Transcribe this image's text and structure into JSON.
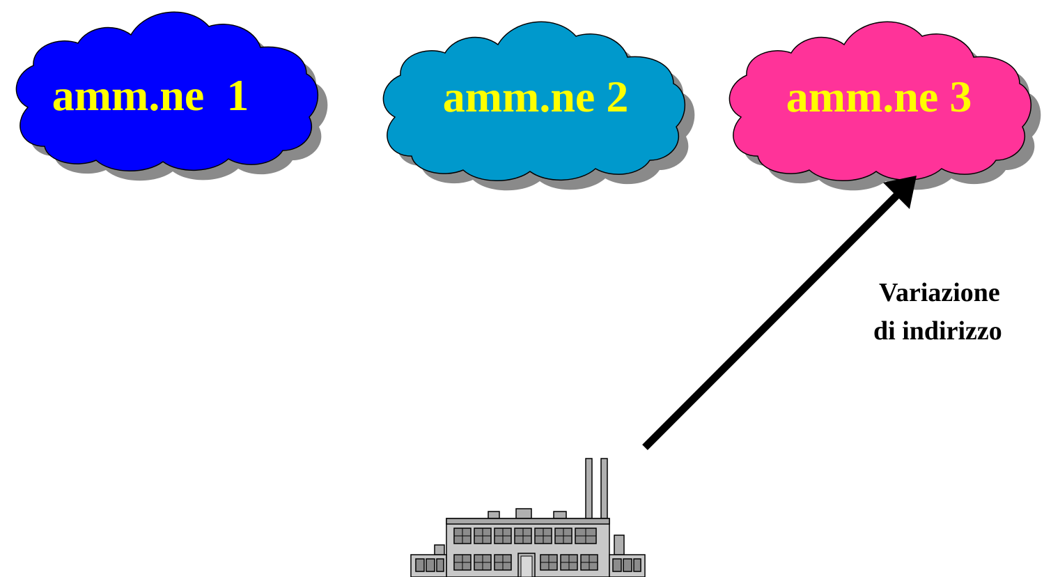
{
  "clouds": [
    {
      "label": "amm.ne  1",
      "fill": "#0000ff",
      "icon": "cloud-icon"
    },
    {
      "label": "amm.ne 2",
      "fill": "#0099cc",
      "icon": "cloud-icon"
    },
    {
      "label": "amm.ne 3",
      "fill": "#ff3399",
      "icon": "cloud-icon"
    }
  ],
  "colors": {
    "label_text": "#ffff00",
    "cloud_shadow": "#8a8a8a",
    "cloud_outline": "#000000",
    "arrow": "#000000"
  },
  "arrow": {
    "label_line1": "Variazione",
    "label_line2": "di indirizzo",
    "from": "factory",
    "to": "amm.ne 3"
  },
  "factory": {
    "icon": "factory-icon"
  }
}
